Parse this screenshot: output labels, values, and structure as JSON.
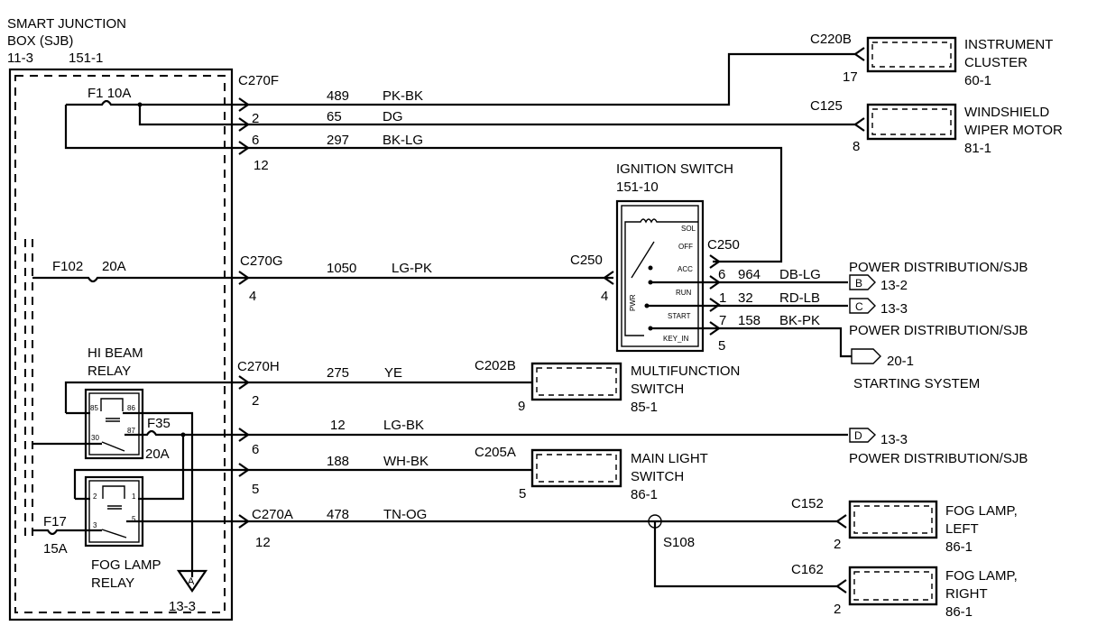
{
  "sjb": {
    "title_line1": "SMART   JUNCTION",
    "title_line2": "BOX (SJB)",
    "ref_left": "11-3",
    "ref_right": "151-1",
    "fuses": [
      {
        "id": "F1",
        "rating": "10A"
      },
      {
        "id": "F102",
        "rating": "20A"
      },
      {
        "id": "F35",
        "rating": "20A"
      },
      {
        "id": "F17",
        "rating": "15A"
      }
    ],
    "hi_beam_relay": {
      "line1": "HI BEAM",
      "line2": "RELAY",
      "pins": [
        "85",
        "86",
        "30",
        "87"
      ]
    },
    "fog_lamp_relay": {
      "line1": "FOG  LAMP",
      "line2": "RELAY",
      "pins": [
        "2",
        "1",
        "3",
        "5"
      ]
    },
    "ground_ref": {
      "letter": "A",
      "page": "13-3"
    }
  },
  "connectors": {
    "c270f": {
      "name": "C270F",
      "pins": [
        "2",
        "6",
        "12"
      ]
    },
    "c270g": {
      "name": "C270G",
      "pin": "4"
    },
    "c270h": {
      "name": "C270H",
      "pins": [
        "2",
        "6",
        "5"
      ]
    },
    "c270a": {
      "name": "C270A",
      "pin": "12"
    }
  },
  "wires": [
    {
      "circuit": "489",
      "color": "PK-BK"
    },
    {
      "circuit": "65",
      "color": "DG"
    },
    {
      "circuit": "297",
      "color": "BK-LG"
    },
    {
      "circuit": "1050",
      "color": "LG-PK"
    },
    {
      "circuit": "275",
      "color": "YE"
    },
    {
      "circuit": "12",
      "color": "LG-BK"
    },
    {
      "circuit": "188",
      "color": "WH-BK"
    },
    {
      "circuit": "478",
      "color": "TN-OG"
    },
    {
      "circuit": "964",
      "color": "DB-LG",
      "pin": "6"
    },
    {
      "circuit": "32",
      "color": "RD-LB",
      "pin": "1"
    },
    {
      "circuit": "158",
      "color": "BK-PK",
      "pin": "7"
    }
  ],
  "components": {
    "instrument_cluster": {
      "connector": "C220B",
      "pin": "17",
      "line1": "INSTRUMENT",
      "line2": "CLUSTER",
      "ref": "60-1"
    },
    "wiper_motor": {
      "connector": "C125",
      "pin": "8",
      "line1": "WINDSHIELD",
      "line2": "WIPER MOTOR",
      "ref": "81-1"
    },
    "ignition_switch": {
      "line1": "IGNITION   SWITCH",
      "ref": "151-10",
      "connector_left": "C250",
      "pin_left": "4",
      "connector_right": "C250",
      "pin_bottom": "5",
      "positions": [
        "SOL",
        "OFF",
        "ACC",
        "RUN",
        "START",
        "KEY_IN"
      ],
      "pwr_label": "PWR"
    },
    "multifunction_switch": {
      "connector": "C202B",
      "pin": "9",
      "line1": "MULTIFUNCTION",
      "line2": "SWITCH",
      "ref": "85-1"
    },
    "main_light_switch": {
      "connector": "C205A",
      "pin": "5",
      "line1": "MAIN LIGHT",
      "line2": "SWITCH",
      "ref": "86-1"
    },
    "fog_lamp_left": {
      "connector": "C152",
      "pin": "2",
      "line1": "FOG LAMP,",
      "line2": "LEFT",
      "ref": "86-1"
    },
    "fog_lamp_right": {
      "connector": "C162",
      "pin": "2",
      "line1": "FOG LAMP,",
      "line2": "RIGHT",
      "ref": "86-1"
    },
    "splice": {
      "name": "S108"
    }
  },
  "offpage": [
    {
      "letter": "B",
      "ref": "13-2",
      "label": "POWER DISTRIBUTION/SJB"
    },
    {
      "letter": "C",
      "ref": "13-3",
      "label": "POWER DISTRIBUTION/SJB"
    },
    {
      "letter": "",
      "ref": "20-1",
      "label": "STARTING SYSTEM"
    },
    {
      "letter": "D",
      "ref": "13-3",
      "label": "POWER DISTRIBUTION/SJB"
    }
  ]
}
